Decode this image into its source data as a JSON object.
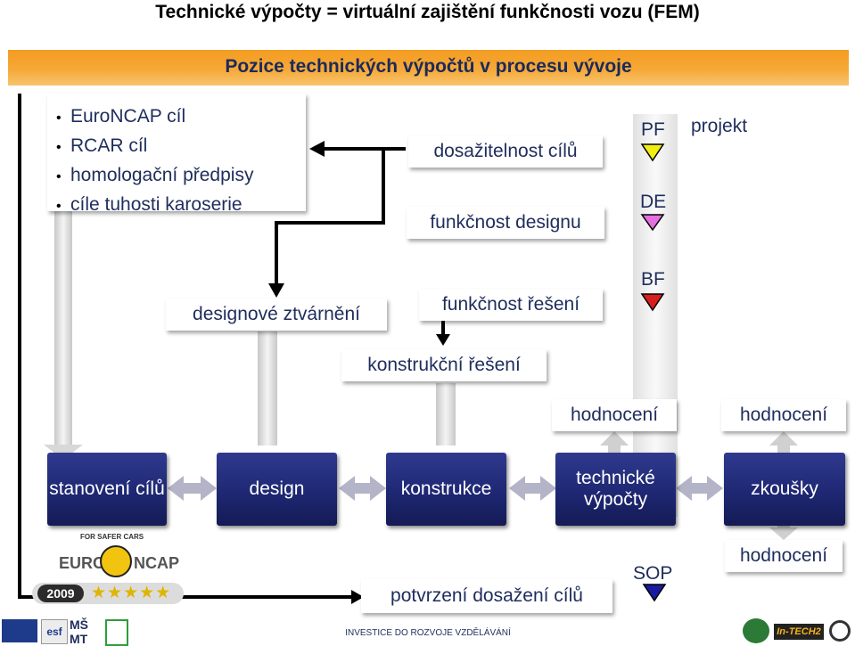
{
  "title": "Technické výpočty = virtuální zajištění funkčnosti vozu (FEM)",
  "banner": "Pozice technických výpočtů v procesu vývoje",
  "goals": [
    "EuroNCAP cíl",
    "RCAR cíl",
    "homologační předpisy",
    "cíle tuhosti karoserie"
  ],
  "boxes": {
    "achievability": "dosažitelnost cílů",
    "design_function": "funkčnost designu",
    "design_shaping": "designové ztvárnění",
    "solution_function": "funkčnost řešení",
    "engineering_solution": "konstrukční řešení",
    "evaluation_1": "hodnocení",
    "evaluation_2": "hodnocení",
    "evaluation_3": "hodnocení",
    "confirmation": "potvrzení dosažení cílů"
  },
  "milestones": {
    "pf": "PF",
    "de": "DE",
    "bf": "BF",
    "sop": "SOP",
    "project": "projekt"
  },
  "process": [
    "stanovení cílů",
    "design",
    "konstrukce",
    "technické výpočty",
    "zkoušky"
  ],
  "logos": {
    "euroncap_top": "FOR SAFER CARS",
    "euroncap_left": "EURO",
    "euroncap_right": "NCAP",
    "euroncap_year": "2009",
    "intech": "In-TECH2"
  },
  "footer": "INVESTICE DO ROZVOJE VZDĚLÁVÁNÍ",
  "colors": {
    "banner": "#f39c22",
    "navy": "#1d2670",
    "pf_marker": "#f2ee12",
    "de_marker": "#e36fe0",
    "bf_marker": "#d81f1f",
    "sop_marker": "#1a1aa0"
  }
}
